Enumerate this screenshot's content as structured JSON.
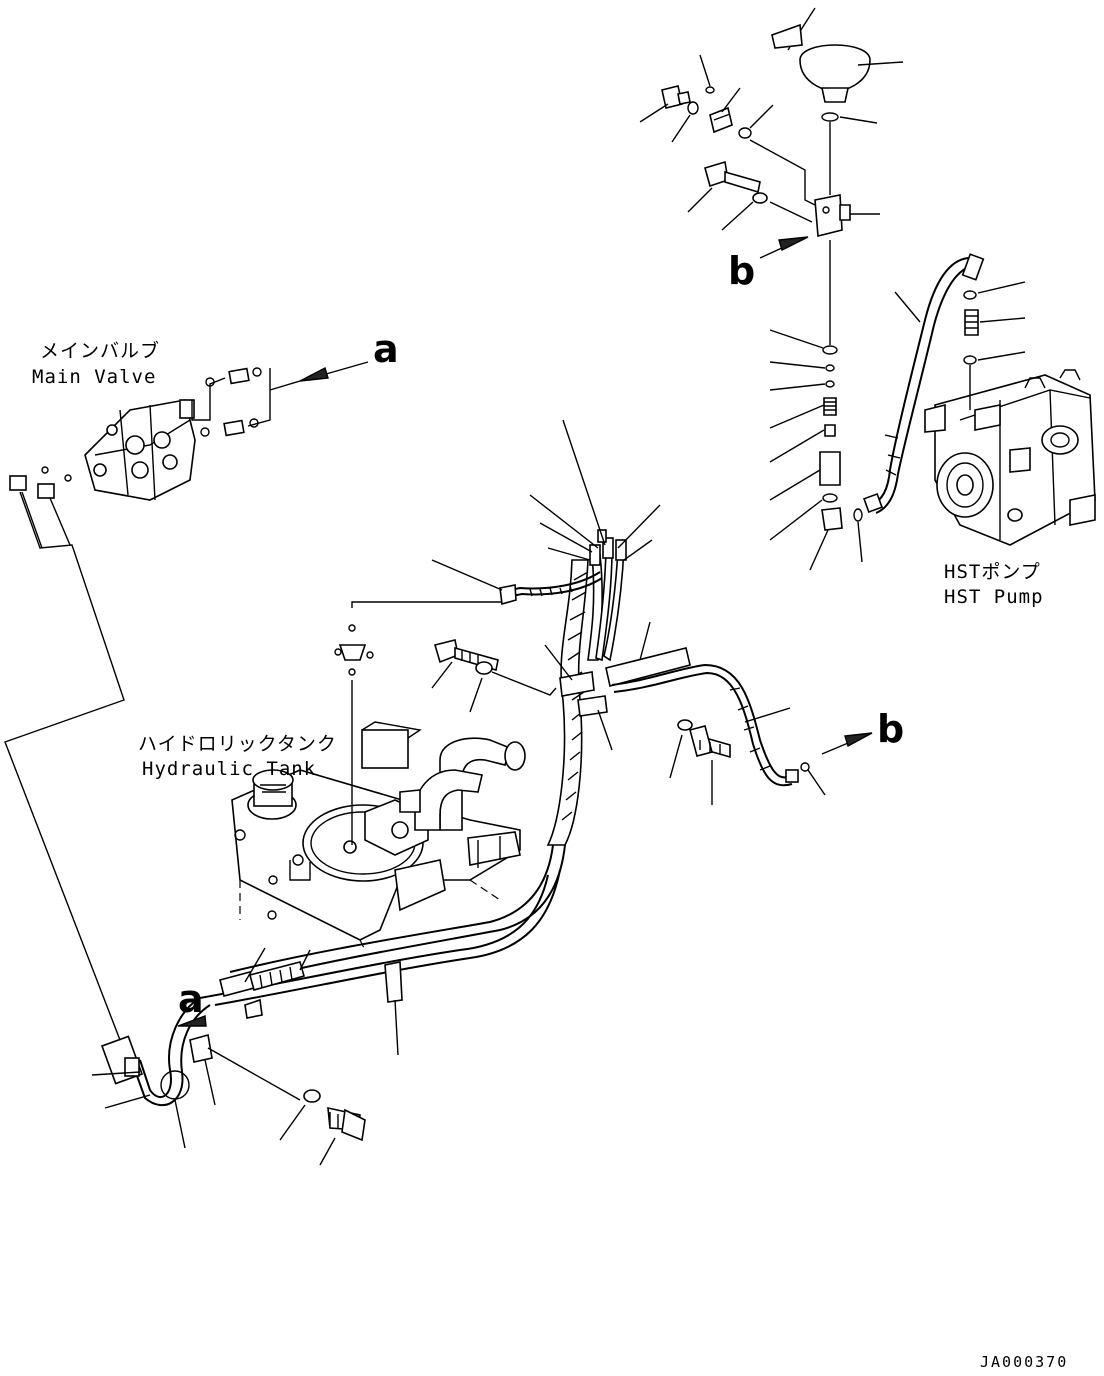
{
  "labels": {
    "main_valve_jp": "メインバルブ",
    "main_valve_en": "Main Valve",
    "hst_pump_jp": "HSTポンプ",
    "hst_pump_en": "HST Pump",
    "hydraulic_tank_jp": "ハイドロリックタンク",
    "hydraulic_tank_en": "Hydraulic Tank"
  },
  "callouts": {
    "a_top": "a",
    "a_bottom": "a",
    "b_top": "b",
    "b_right": "b"
  },
  "drawing_code": "JA000370"
}
